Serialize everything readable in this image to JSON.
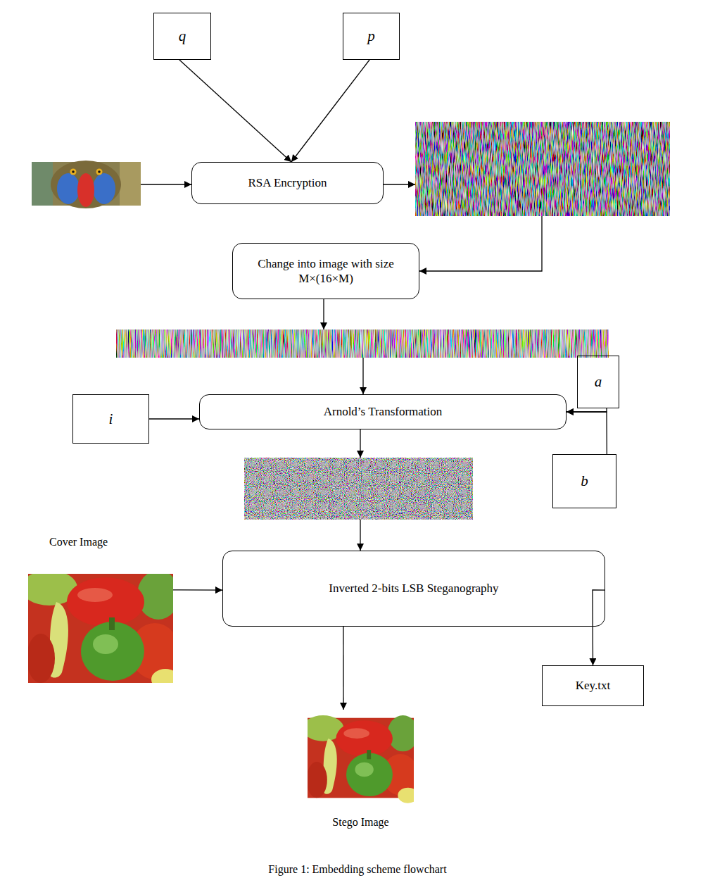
{
  "diagram": {
    "caption": "Figure 1: Embedding scheme flowchart",
    "nodes": [
      {
        "text": [
          "q"
        ]
      },
      {
        "text": [
          "p"
        ]
      },
      {
        "text": [
          "RSA Encryption"
        ]
      },
      {
        "text": [
          "Change into image with size M×(16×M)"
        ]
      },
      {
        "text": [
          "a"
        ]
      },
      {
        "text": [
          "i"
        ]
      },
      {
        "text": [
          "Arnold’s Transformation"
        ]
      },
      {
        "text": [
          "b"
        ]
      },
      {
        "text": [
          "Cover Image"
        ]
      },
      {
        "text": [
          "Inverted 2-bits LSB Steganography"
        ]
      },
      {
        "text": [
          "Key.txt"
        ]
      },
      {
        "text": [
          "Stego Image"
        ]
      }
    ],
    "edges": [
      {
        "from": 0,
        "to": 2,
        "arrow": "to"
      },
      {
        "from": 1,
        "to": 2,
        "arrow": "to"
      },
      {
        "from": 5,
        "to": 6,
        "arrow": "to"
      },
      {
        "from": 4,
        "to": 6,
        "arrow": "to"
      },
      {
        "from": 7,
        "to": 6,
        "arrow": "to"
      },
      {
        "from": 8,
        "to": 9,
        "arrow": "to"
      },
      {
        "from": 9,
        "to": 11,
        "arrow": "to"
      },
      {
        "from": 9,
        "to": 10,
        "arrow": "to"
      }
    ]
  }
}
